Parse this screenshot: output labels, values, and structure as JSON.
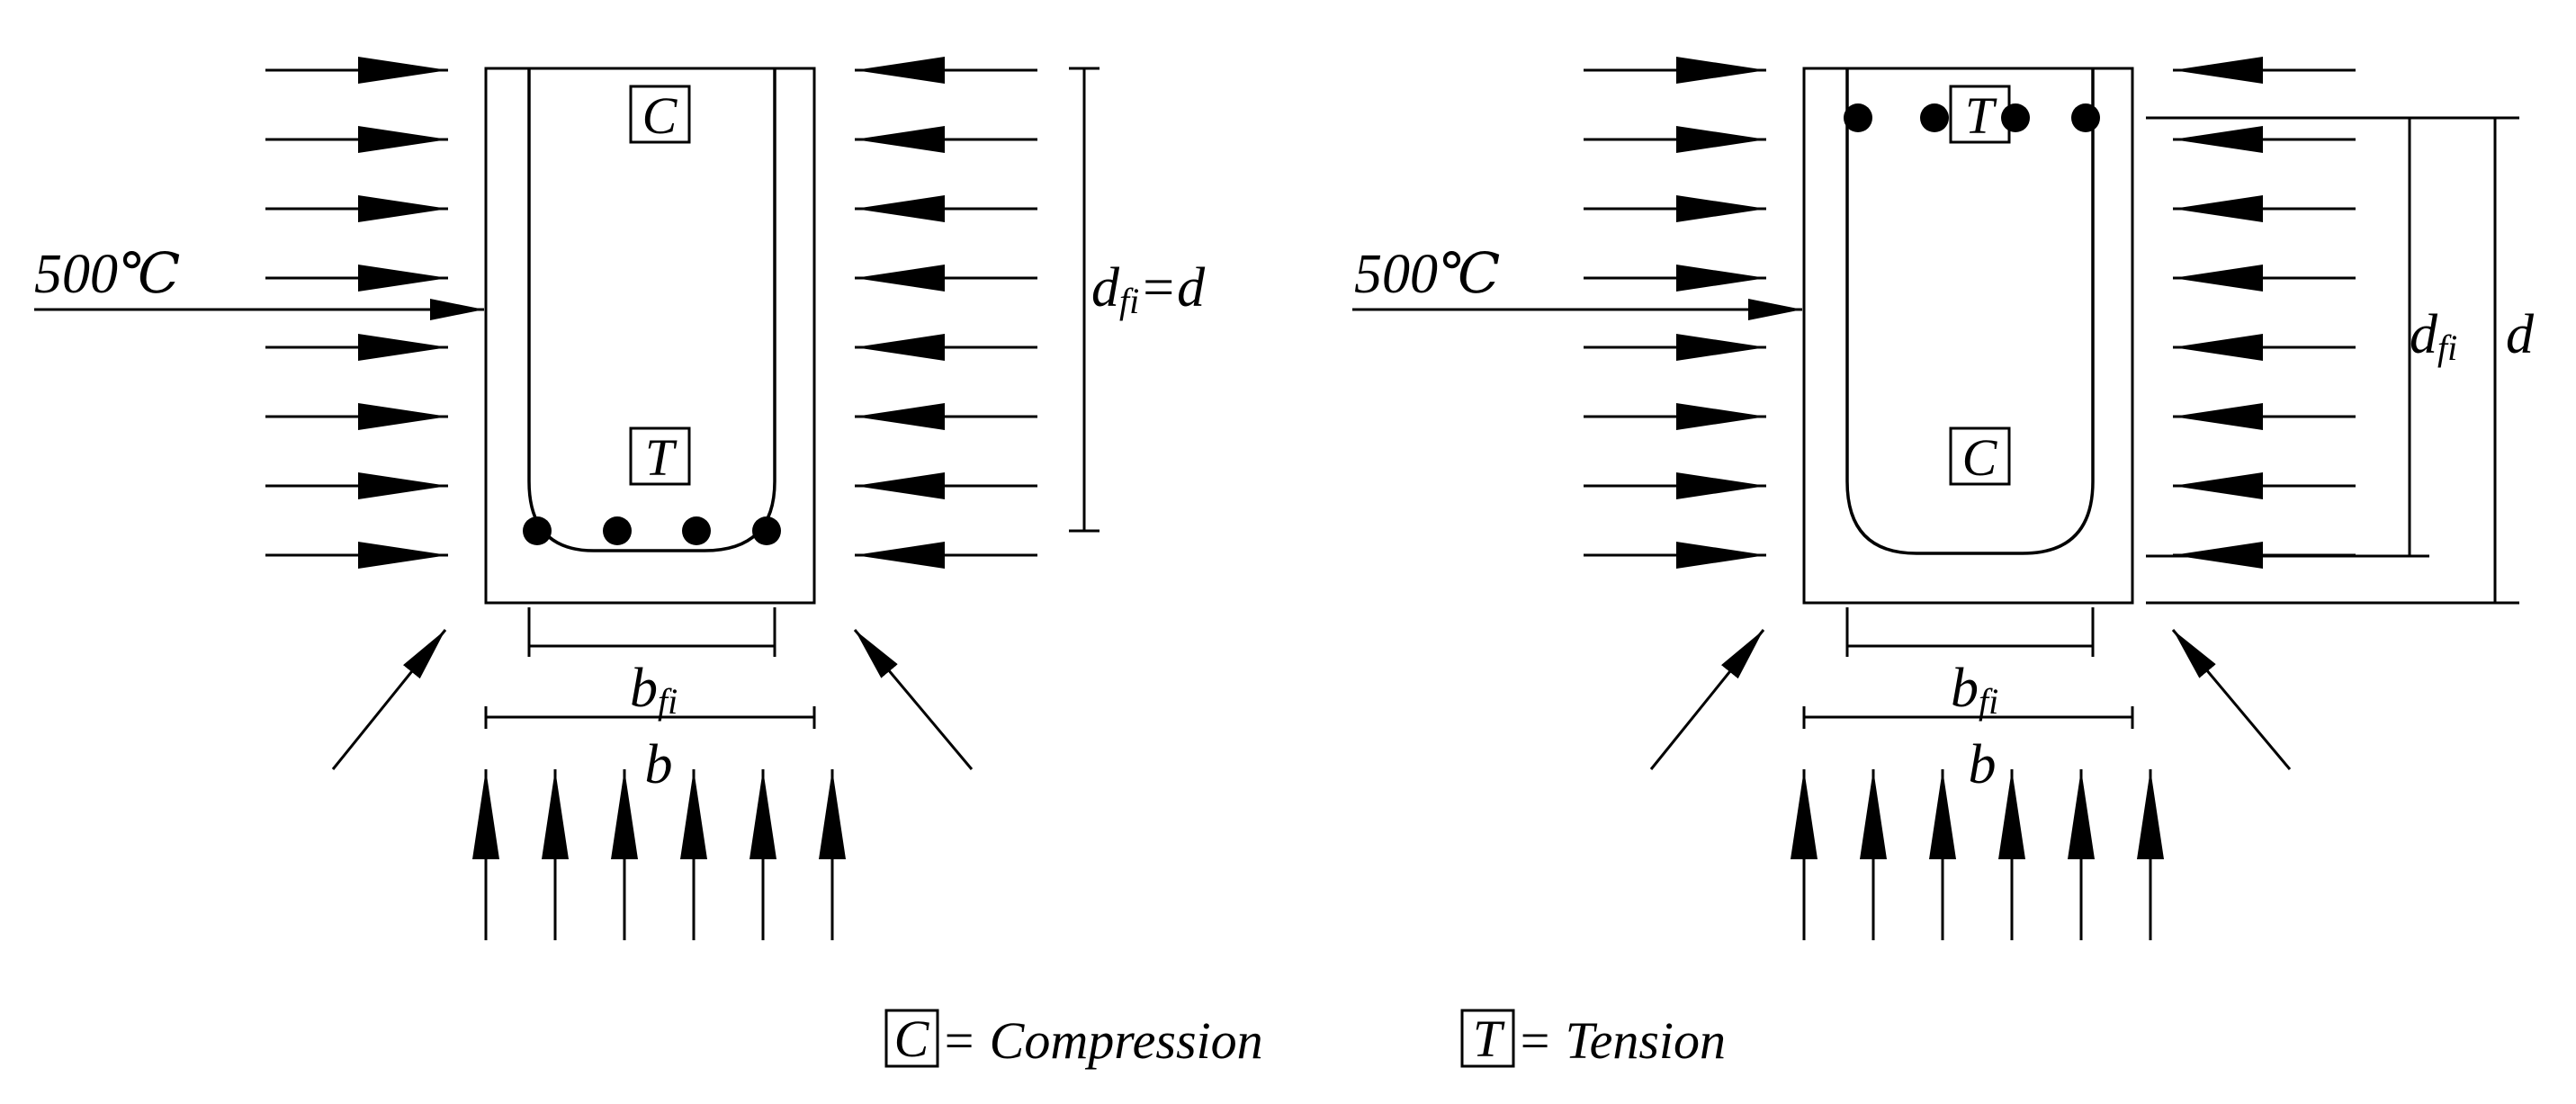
{
  "temperature_label": "500℃",
  "left_panel": {
    "top_zone_symbol": "C",
    "bottom_zone_symbol": "T",
    "depth_label_main": "d",
    "depth_label_sub": "fi",
    "depth_label_suffix": "=d",
    "width_fi_main": "b",
    "width_fi_sub": "fi",
    "width_label": "b"
  },
  "right_panel": {
    "top_zone_symbol": "T",
    "bottom_zone_symbol": "C",
    "depth_fi_main": "d",
    "depth_fi_sub": "fi",
    "depth_label": "d",
    "width_fi_main": "b",
    "width_fi_sub": "fi",
    "width_label": "b"
  },
  "legend": {
    "compression_symbol": "C",
    "compression_text": "= Compression",
    "tension_symbol": "T",
    "tension_text": "= Tension"
  },
  "colors": {
    "ink": "#000000",
    "background": "#ffffff"
  }
}
